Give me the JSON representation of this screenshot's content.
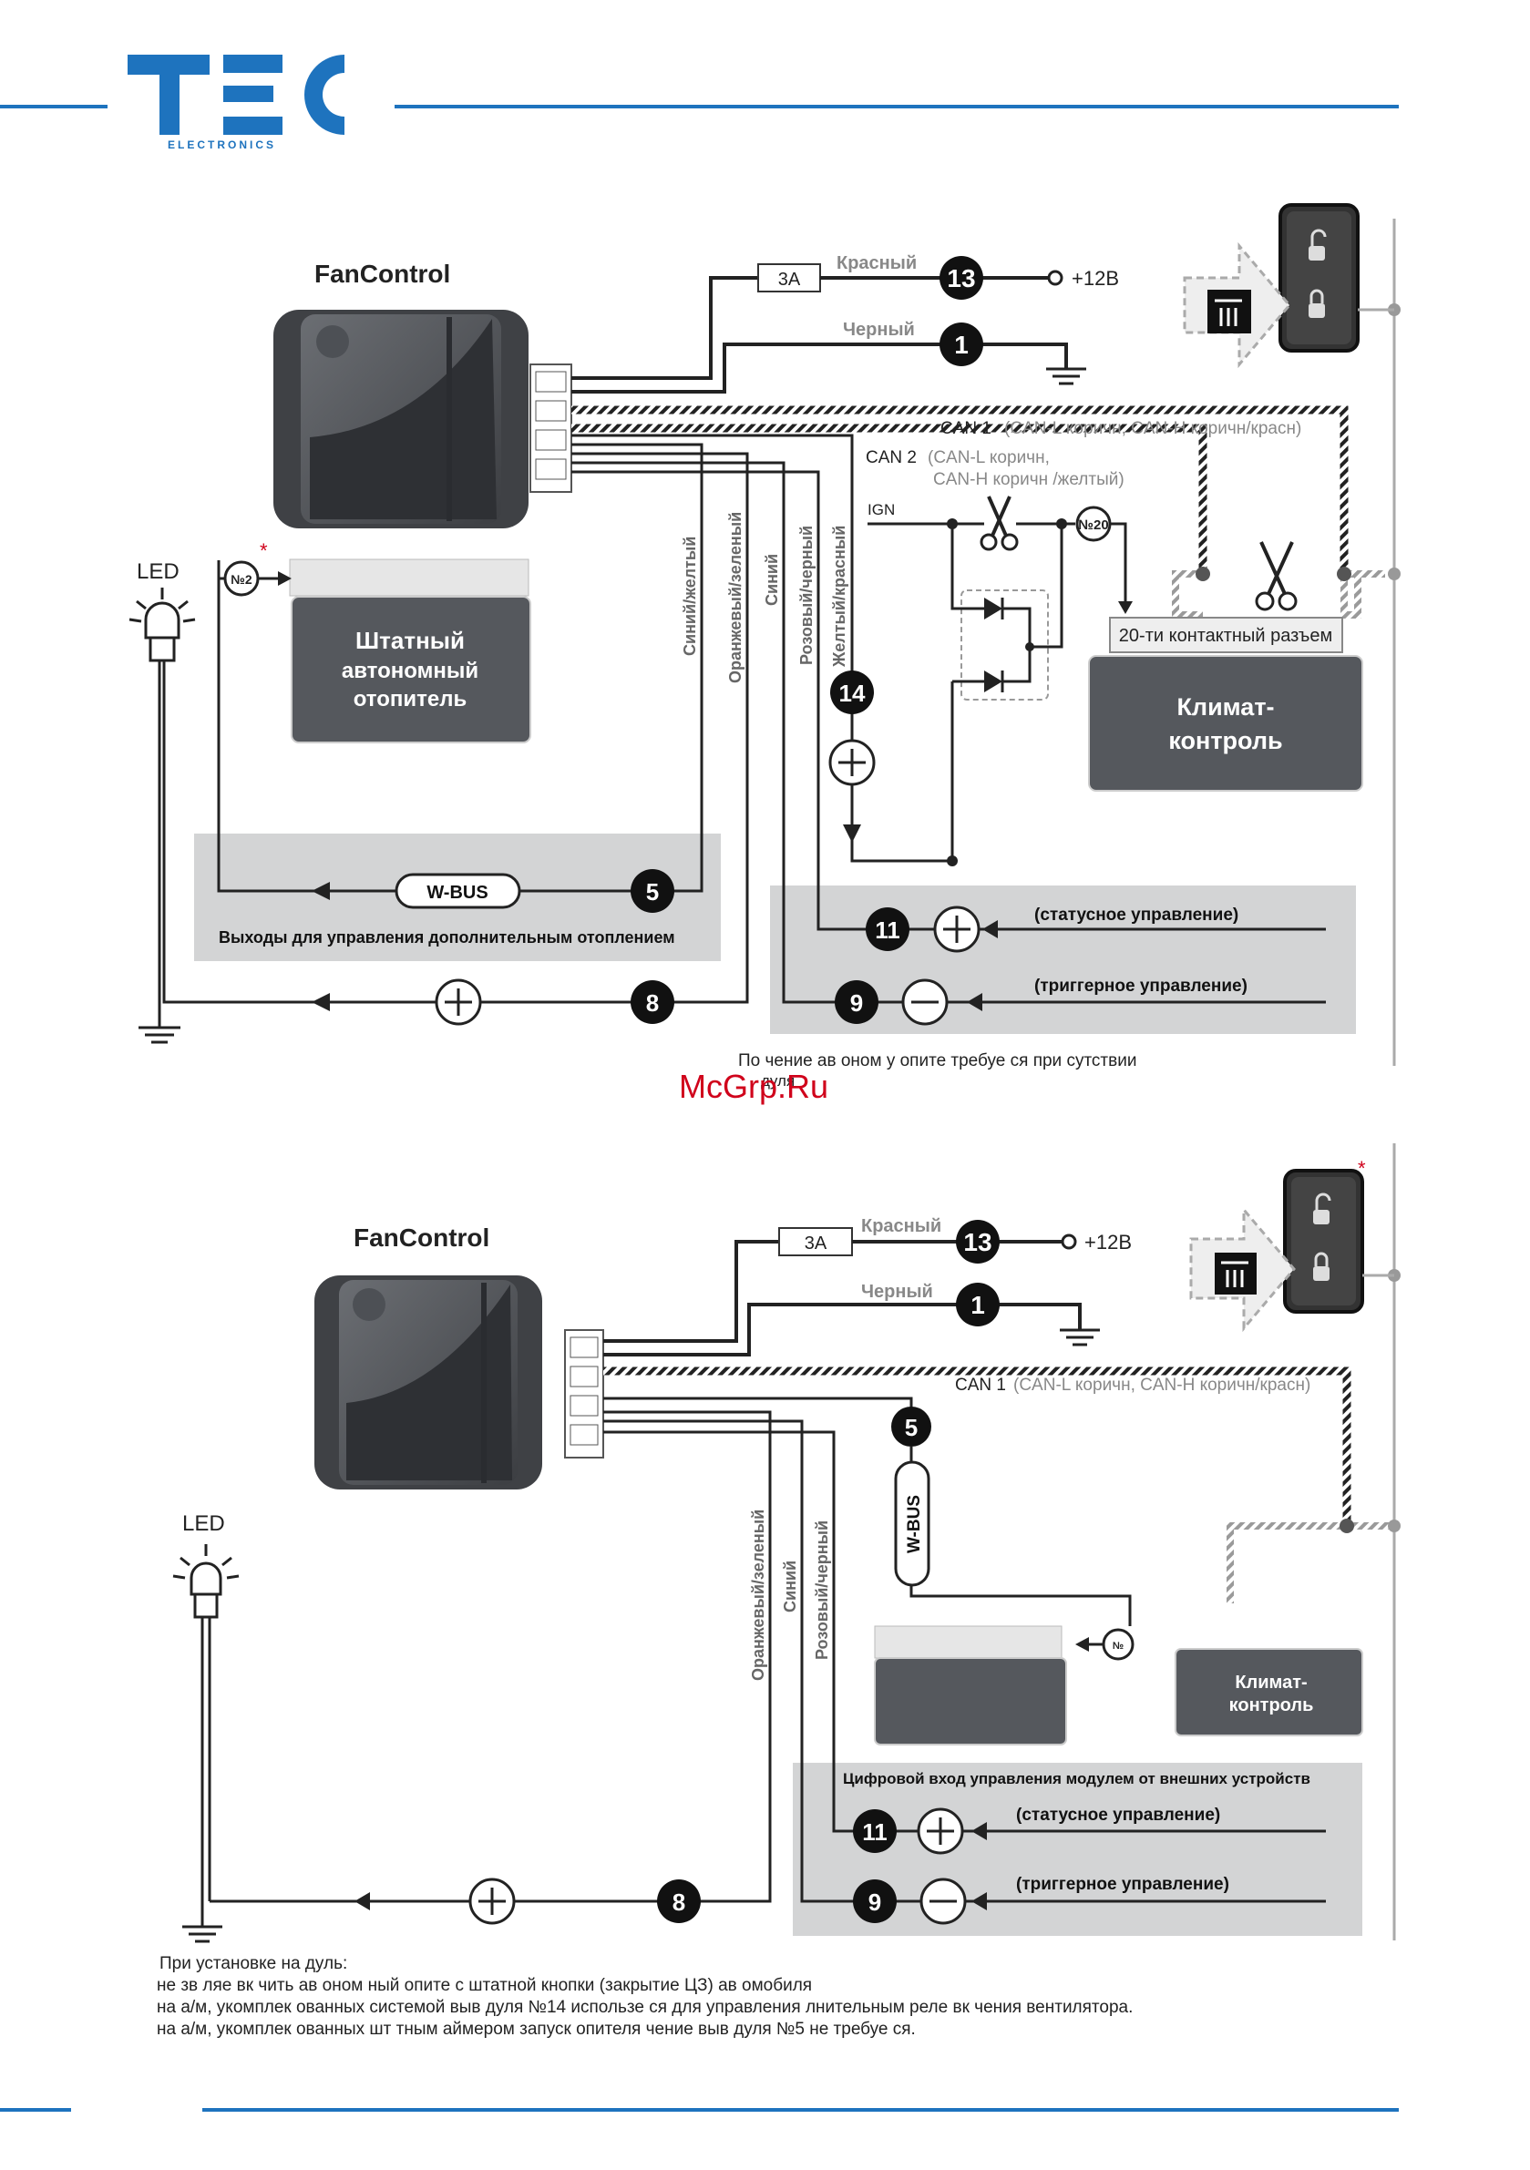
{
  "logo": {
    "brand": "TEC",
    "sub": "ELECTRONICS"
  },
  "colors": {
    "brand_blue": "#1e73be",
    "dark_box": "#55585d",
    "panel_gray": "#d3d4d5",
    "watermark": "#d0021b"
  },
  "diagram1": {
    "title": "FanControl",
    "fuse": "3A",
    "wire_red": "Красный",
    "wire_black": "Черный",
    "pin13": "13",
    "pin1": "1",
    "plus12": "+12В",
    "can1_label": "CAN 1",
    "can1_desc": "(CAN-L коричн, CAN-H коричн/красн)",
    "can2_label": "CAN 2",
    "can2_desc_1": "(CAN-L коричн,",
    "can2_desc_2": "CAN-H коричн /желтый)",
    "ign": "IGN",
    "no20": "№20",
    "connector20": "20-ти контактный разъем",
    "climate_1": "Климат-",
    "climate_2": "контроль",
    "heater_1": "Штатный",
    "heater_2": "автономный",
    "heater_3": "отопитель",
    "no2": "№2",
    "star": "*",
    "led": "LED",
    "wbus": "W-BUS",
    "pin5": "5",
    "pin8": "8",
    "pin14": "14",
    "pin11": "11",
    "pin9": "9",
    "outputs_label": "Выходы для управления дополнительным отоплением",
    "status_ctrl": "(статусное управление)",
    "trigger_ctrl": "(триггерное управление)",
    "wire_blue_yellow": "Синий/желтый",
    "wire_orange_green": "Оранжевый/зеленый",
    "wire_blue": "Синий",
    "wire_pink_black": "Розовый/черный",
    "wire_yellow_red": "Желтый/красный",
    "caption": "По          чение   ав оном у     опите      требуе ся           при    сутствии",
    "caption_2": "дуля"
  },
  "watermark": "McGrp.Ru",
  "diagram2": {
    "title": "FanControl",
    "fuse": "3A",
    "wire_red": "Красный",
    "wire_black": "Черный",
    "pin13": "13",
    "pin1": "1",
    "plus12": "+12В",
    "can1_label": "CAN 1",
    "can1_desc": "(CAN-L коричн, CAN-H коричн/красн)",
    "pin5": "5",
    "wbus": "W-BUS",
    "no_small": "№",
    "led": "LED",
    "star": "*",
    "climate_1": "Климат-",
    "climate_2": "контроль",
    "wire_orange_green": "Оранжевый/зеленый",
    "wire_blue": "Синий",
    "wire_pink_black": "Розовый/черный",
    "digital_input": "Цифровой вход управления модулем от внешних устройств",
    "pin11": "11",
    "pin9": "9",
    "pin8": "8",
    "status_ctrl": "(статусное управление)",
    "trigger_ctrl": "(триггерное управление)"
  },
  "notes": [
    "При установке на                                         дуль:",
    "не     зв ляе  вк      чить ав оном ный      опите      с    штатной кнопки (закрытие ЦЗ) ав омобиля",
    "на а/м, укомплек ованных системой                 выв        дуля №14 использе ся для управления         лнительным реле вк      чения вентилятора.",
    "на а/м, укомплек ованных шт  тным  аймером запуск      опителя             чение выв             дуля №5 не требуе ся."
  ]
}
